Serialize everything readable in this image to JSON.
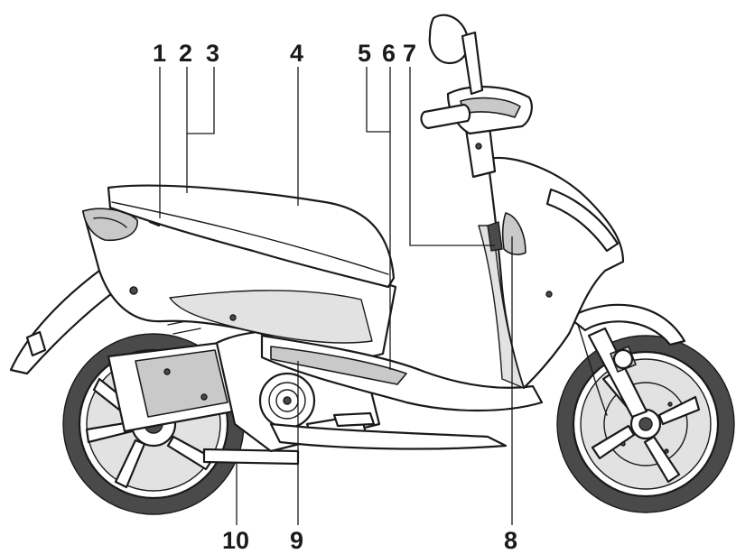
{
  "callouts": [
    {
      "id": "1",
      "label": "1"
    },
    {
      "id": "2",
      "label": "2"
    },
    {
      "id": "3",
      "label": "3"
    },
    {
      "id": "4",
      "label": "4"
    },
    {
      "id": "5",
      "label": "5"
    },
    {
      "id": "6",
      "label": "6"
    },
    {
      "id": "7",
      "label": "7"
    },
    {
      "id": "8",
      "label": "8"
    },
    {
      "id": "9",
      "label": "9"
    },
    {
      "id": "10",
      "label": "10"
    }
  ],
  "colors": {
    "line": "#1a1a1a",
    "shade": "#c9c9c9",
    "shade_light": "#e2e2e2",
    "dark": "#4a4a4a",
    "background": "#ffffff"
  }
}
